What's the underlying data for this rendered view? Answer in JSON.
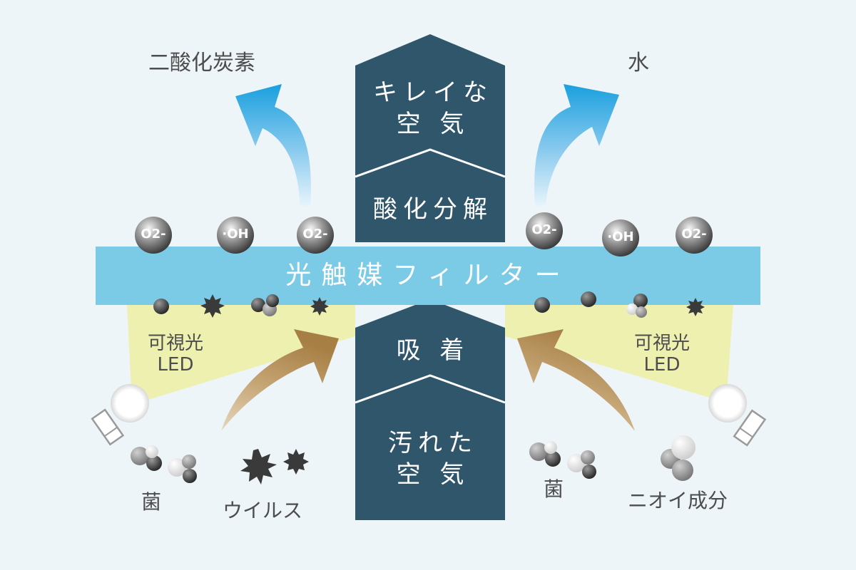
{
  "top_left_label": "二酸化炭素",
  "top_right_label": "水",
  "column": {
    "clean_air": [
      "キレイな",
      "空 気"
    ],
    "decomposition": "酸化分解",
    "adsorption": "吸 着",
    "dirty_air": [
      "汚れた",
      "空 気"
    ]
  },
  "filter_label": "光触媒フィルター",
  "molecules": [
    "O2-",
    "·OH",
    "O2-",
    "O2-",
    "·OH",
    "O2-"
  ],
  "led_left": [
    "可視光",
    "LED"
  ],
  "led_right": [
    "可視光",
    "LED"
  ],
  "bottom_labels": {
    "bacteria_left": "菌",
    "virus": "ウイルス",
    "bacteria_right": "菌",
    "odor": "ニオイ成分"
  },
  "colors": {
    "background": "#eef5f9",
    "column": "#2f566a",
    "filter": "#7ccbe6",
    "light_beam": "#eef0b0",
    "arrow_blue": "#1aa0df",
    "arrow_brown": "#b08a52"
  }
}
